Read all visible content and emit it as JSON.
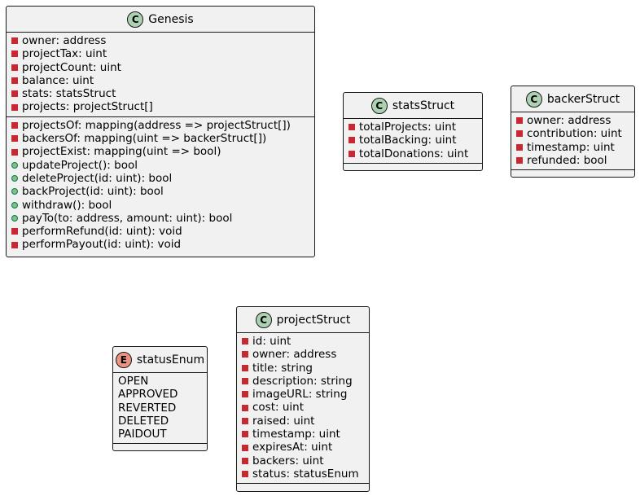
{
  "classes": {
    "genesis": {
      "name": "Genesis",
      "badge": "C",
      "fields": [
        {
          "text": "owner: address",
          "vis": "private"
        },
        {
          "text": "projectTax: uint",
          "vis": "private"
        },
        {
          "text": "projectCount: uint",
          "vis": "private"
        },
        {
          "text": "balance: uint",
          "vis": "private"
        },
        {
          "text": "stats: statsStruct",
          "vis": "private"
        },
        {
          "text": "projects: projectStruct[]",
          "vis": "private"
        }
      ],
      "methods": [
        {
          "text": "projectsOf: mapping(address => projectStruct[])",
          "vis": "private"
        },
        {
          "text": "backersOf: mapping(uint => backerStruct[])",
          "vis": "private"
        },
        {
          "text": "projectExist: mapping(uint => bool)",
          "vis": "private"
        },
        {
          "text": "updateProject(): bool",
          "vis": "public"
        },
        {
          "text": "deleteProject(id: uint): bool",
          "vis": "public"
        },
        {
          "text": "backProject(id: uint): bool",
          "vis": "public"
        },
        {
          "text": "withdraw(): bool",
          "vis": "public"
        },
        {
          "text": "payTo(to: address, amount: uint): bool",
          "vis": "public"
        },
        {
          "text": "performRefund(id: uint): void",
          "vis": "private"
        },
        {
          "text": "performPayout(id: uint): void",
          "vis": "private"
        }
      ]
    },
    "statsStruct": {
      "name": "statsStruct",
      "badge": "C",
      "fields": [
        {
          "text": "totalProjects: uint",
          "vis": "private"
        },
        {
          "text": "totalBacking: uint",
          "vis": "private"
        },
        {
          "text": "totalDonations: uint",
          "vis": "private"
        }
      ]
    },
    "backerStruct": {
      "name": "backerStruct",
      "badge": "C",
      "fields": [
        {
          "text": "owner: address",
          "vis": "private"
        },
        {
          "text": "contribution: uint",
          "vis": "private"
        },
        {
          "text": "timestamp: uint",
          "vis": "private"
        },
        {
          "text": "refunded: bool",
          "vis": "private"
        }
      ]
    },
    "projectStruct": {
      "name": "projectStruct",
      "badge": "C",
      "fields": [
        {
          "text": "id: uint",
          "vis": "private"
        },
        {
          "text": "owner: address",
          "vis": "private"
        },
        {
          "text": "title: string",
          "vis": "private"
        },
        {
          "text": "description: string",
          "vis": "private"
        },
        {
          "text": "imageURL: string",
          "vis": "private"
        },
        {
          "text": "cost: uint",
          "vis": "private"
        },
        {
          "text": "raised: uint",
          "vis": "private"
        },
        {
          "text": "timestamp: uint",
          "vis": "private"
        },
        {
          "text": "expiresAt: uint",
          "vis": "private"
        },
        {
          "text": "backers: uint",
          "vis": "private"
        },
        {
          "text": "status: statusEnum",
          "vis": "private"
        }
      ]
    }
  },
  "enums": {
    "statusEnum": {
      "name": "statusEnum",
      "badge": "E",
      "values": [
        "OPEN",
        "APPROVED",
        "REVERTED",
        "DELETED",
        "PAIDOUT"
      ]
    }
  },
  "colors": {
    "class_badge": "#add1b2",
    "enum_badge": "#eb937f",
    "private_marker": "#c82930",
    "public_marker": "#84be84",
    "box_fill": "#f1f1f1",
    "border": "#181818"
  }
}
